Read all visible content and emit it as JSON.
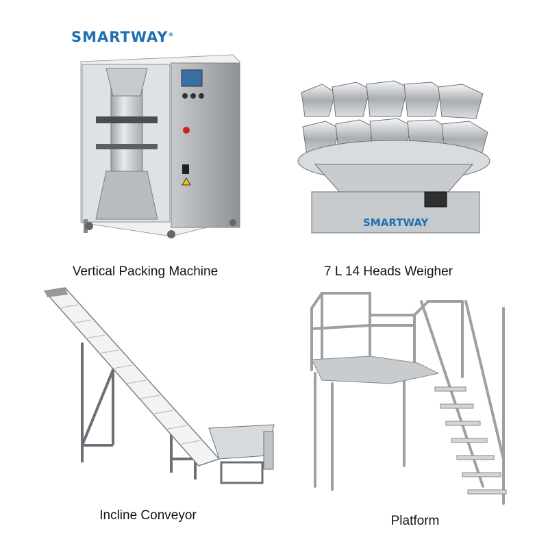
{
  "brand": {
    "logo_text": "SMARTWAY",
    "logo_mark": "®",
    "color": "#1f6fb2"
  },
  "products": [
    {
      "caption": "Vertical Packing Machine",
      "icon": "vertical-packing-machine"
    },
    {
      "caption": "7 L 14 Heads Weigher",
      "icon": "multihead-weigher"
    },
    {
      "caption": "Incline Conveyor",
      "icon": "incline-conveyor"
    },
    {
      "caption": "Platform",
      "icon": "work-platform"
    }
  ]
}
